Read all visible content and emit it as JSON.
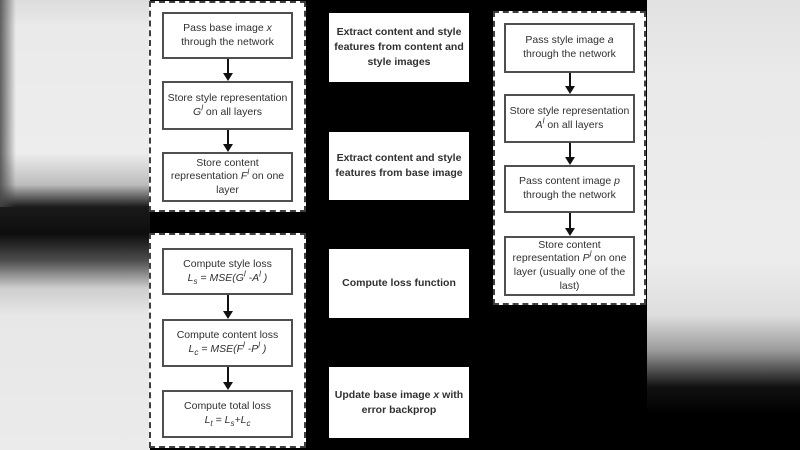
{
  "colors": {
    "canvas-bg": "#000000",
    "box-bg": "#ffffff",
    "box-border": "#4f4f4f",
    "dash-border": "#3f3f3f",
    "arrow": "#111111",
    "text": "#303030",
    "side-panel-light": "#ebebeb"
  },
  "flowchart": {
    "base_group": {
      "steps": [
        {
          "html": "Pass base image <i>x</i><br>through the network"
        },
        {
          "html": "Store style representation<br><i>G<sup>l</sup></i> on all layers"
        },
        {
          "html": "Store content<br>representation <i>F<sup>l</sup></i> on one<br>layer"
        }
      ]
    },
    "loss_group": {
      "steps": [
        {
          "html": "Compute style loss<br><i>L<sub>s</sub> = MSE(G<sup>l</sup> -A<sup>l</sup> )</i>"
        },
        {
          "html": "Compute content  loss<br><i>L<sub>c</sub> = MSE(F<sup>l</sup> -P<sup>l</sup> )</i>"
        },
        {
          "html": "Compute total  loss<br><i>L<sub>t</sub> = L<sub>s</sub>+L<sub>c</sub></i>"
        }
      ]
    },
    "inputs_group": {
      "steps": [
        {
          "html": "Pass style image <i>a</i><br>through the network"
        },
        {
          "html": "Store style representation<br><i>A<sup>l</sup></i> on all layers"
        },
        {
          "html": "Pass content image <i>p</i><br>through the network"
        },
        {
          "html": "Store content<br>representation <i>P<sup>l</sup></i> on one<br>layer (usually one of the<br>last)"
        }
      ]
    },
    "notes": [
      {
        "html": "Extract content and style<br>features from content and<br>style images"
      },
      {
        "html": "Extract content and style<br>features from base image"
      },
      {
        "html": "Compute loss function"
      },
      {
        "html": "Update base image <i>x</i> with<br>error backprop"
      }
    ]
  }
}
